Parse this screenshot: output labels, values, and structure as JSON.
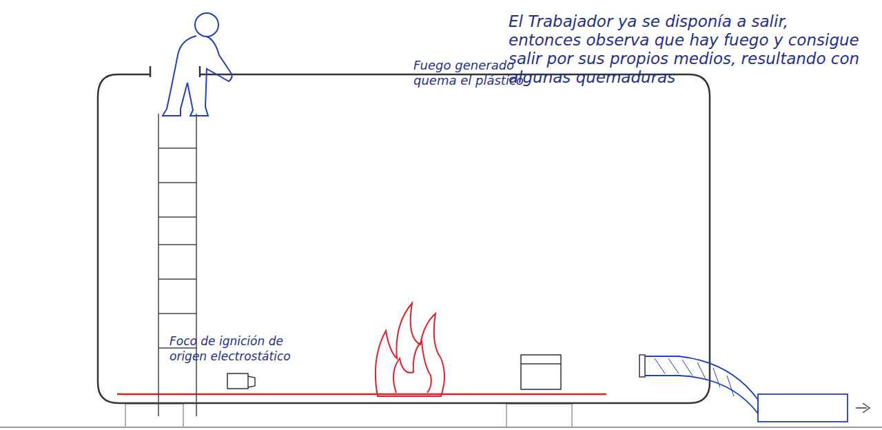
{
  "diagram": {
    "labels": [
      "El Trabajador ya se disponía a salir, entonces observa que hay fuego y consigue salir por sus propios medios, resultando con algunas quemaduras",
      "Fuego generado quema el plástico",
      "Foco de ignición de origen electrostático"
    ]
  }
}
